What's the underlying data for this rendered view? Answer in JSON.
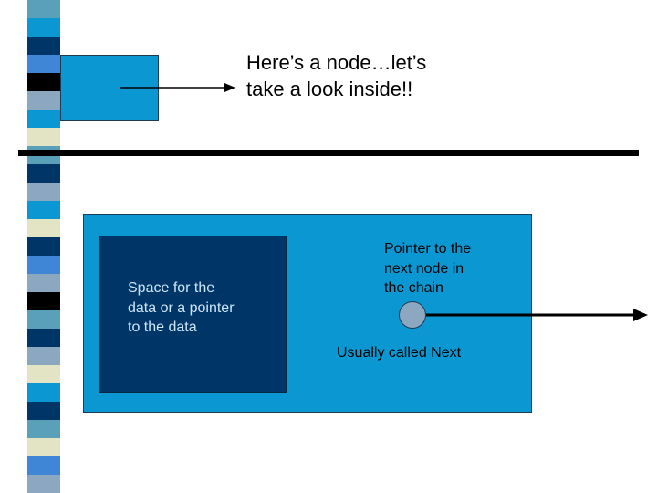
{
  "title": {
    "line1": "Here’s a node…let’s",
    "line2": "take a look inside!!"
  },
  "data_label": {
    "line1": "Space for the",
    "line2": "data or a pointer",
    "line3": "to the data"
  },
  "pointer_label": {
    "line1": "Pointer to the",
    "line2": "next node in",
    "line3": "the chain"
  },
  "next_label": "Usually called Next",
  "colors": {
    "node_fill": "#0b98d2",
    "data_fill": "#003567",
    "pointer_fill": "#8ca8c0",
    "stripes": [
      "#5aa0b8",
      "#0b98d2",
      "#003567",
      "#3f86d6",
      "#000000",
      "#8ca8c0",
      "#0b98d2",
      "#e2e4c4",
      "#5aa0b8",
      "#003567",
      "#8ca8c0",
      "#0b98d2",
      "#e2e4c4",
      "#003567",
      "#3f86d6",
      "#8ca8c0",
      "#000000",
      "#5aa0b8",
      "#003567",
      "#8ca8c0",
      "#e2e4c4",
      "#0b98d2",
      "#003567",
      "#5aa0b8",
      "#e2e4c4",
      "#3f86d6",
      "#8ca8c0"
    ]
  }
}
